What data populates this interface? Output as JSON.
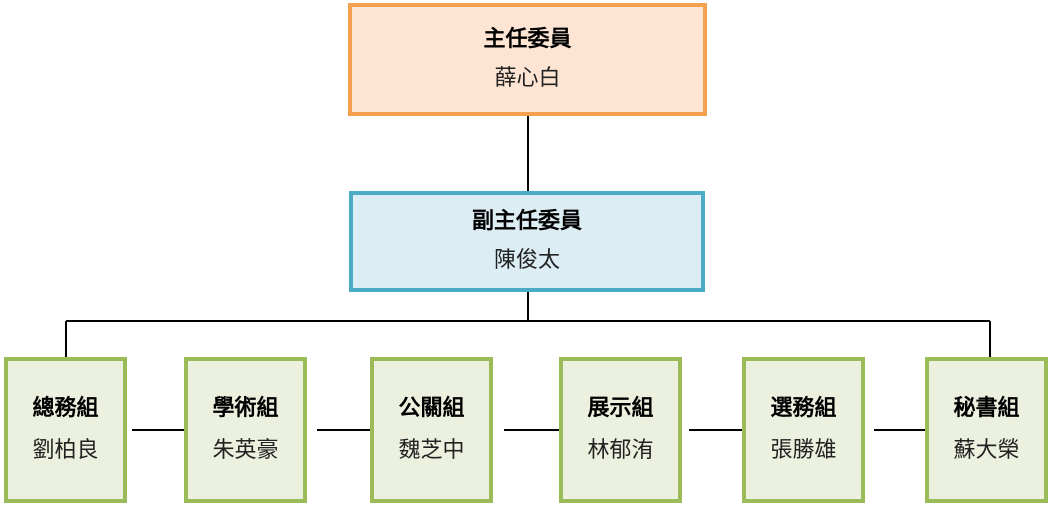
{
  "chart_data": {
    "type": "org-chart",
    "chair": {
      "role": "主任委員",
      "name": "薛心白"
    },
    "vice_chair": {
      "role": "副主任委員",
      "name": "陳俊太"
    },
    "groups": [
      {
        "role": "總務組",
        "name": "劉柏良"
      },
      {
        "role": "學術組",
        "name": "朱英豪"
      },
      {
        "role": "公關組",
        "name": "魏芝中"
      },
      {
        "role": "展示組",
        "name": "林郁洧"
      },
      {
        "role": "選務組",
        "name": "張勝雄"
      },
      {
        "role": "秘書組",
        "name": "蘇大榮"
      }
    ],
    "colors": {
      "chair_fill": "#fde4d3",
      "chair_border": "#f5a04f",
      "vice_fill": "#dcedf4",
      "vice_border": "#4bacc6",
      "group_fill": "#ebf1de",
      "group_border": "#9bbb59",
      "connector": "#000000"
    }
  }
}
